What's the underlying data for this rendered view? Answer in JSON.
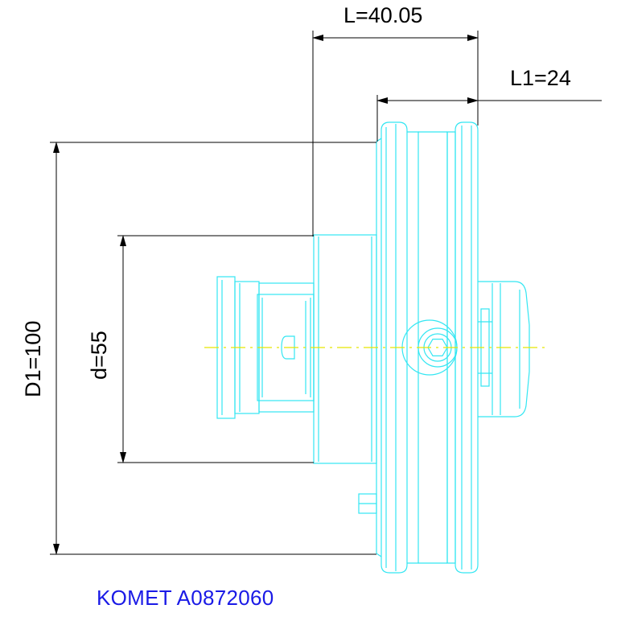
{
  "dimensions": {
    "length": "L=40.05",
    "length_1": "L1=24",
    "outer_diameter": "D1=100",
    "bore_diameter": "d=55"
  },
  "caption": "KOMET A0872060",
  "colors": {
    "part_lines": "#33e6f2",
    "center_line": "#e6e600",
    "dimension_lines": "#000000",
    "caption": "#1a1ae6"
  }
}
